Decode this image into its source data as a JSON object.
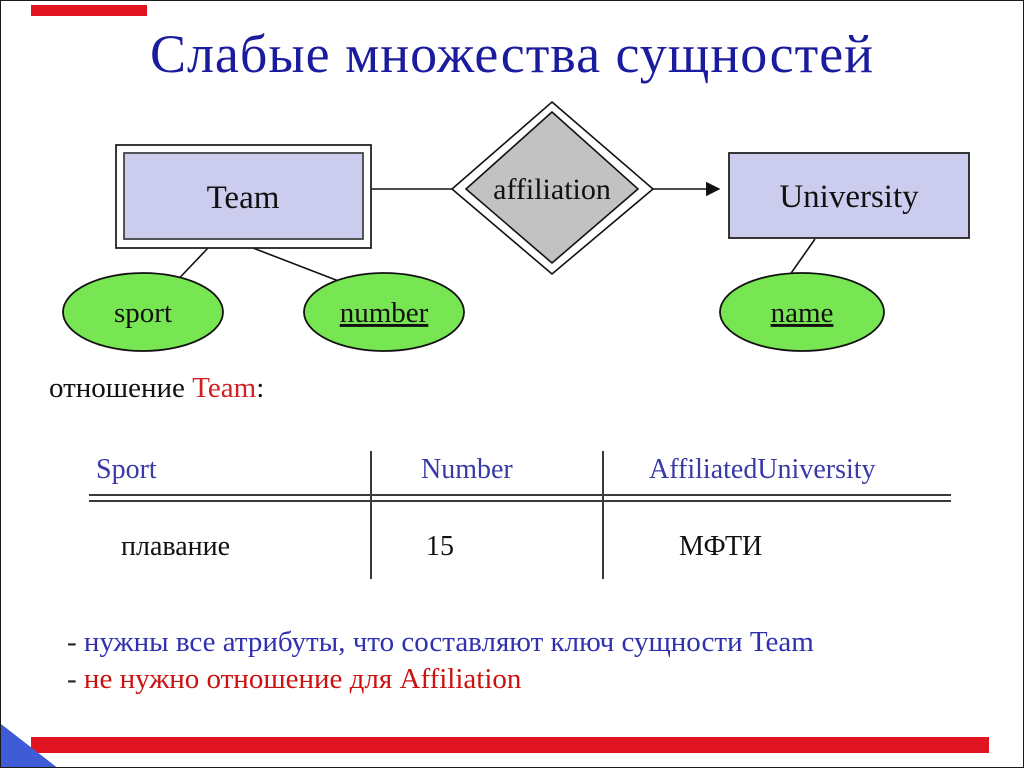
{
  "slide": {
    "title": "Слабые множества сущностей",
    "diagram": {
      "team_label": "Team",
      "affiliation_label": "affiliation",
      "university_label": "University",
      "sport_label": "sport",
      "number_label": "number",
      "name_label": "name"
    },
    "relation_line": {
      "prefix": "отношение ",
      "highlight": "Team",
      "suffix": ":"
    },
    "table": {
      "headers": [
        "Sport",
        "Number",
        "AffiliatedUniversity"
      ],
      "rows": [
        [
          "плавание",
          "15",
          "МФТИ"
        ]
      ]
    },
    "notes": [
      {
        "dash": "- ",
        "text": "нужны все атрибуты, что составляют ключ сущности Team"
      },
      {
        "dash": "- ",
        "text": "не нужно отношение для Affiliation"
      }
    ],
    "colors": {
      "title_blue": "#1b1b9e",
      "entity_fill": "#ccccee",
      "relationship_fill": "#c2c2c2",
      "attribute_fill": "#77e652",
      "table_header_blue": "#3939a8",
      "note_blue": "#3030b0",
      "note_red": "#cc1111",
      "highlight_red": "#d21f1f",
      "accent_bar_red": "#e11422",
      "corner_triangle_blue": "#3f5bd5"
    }
  }
}
